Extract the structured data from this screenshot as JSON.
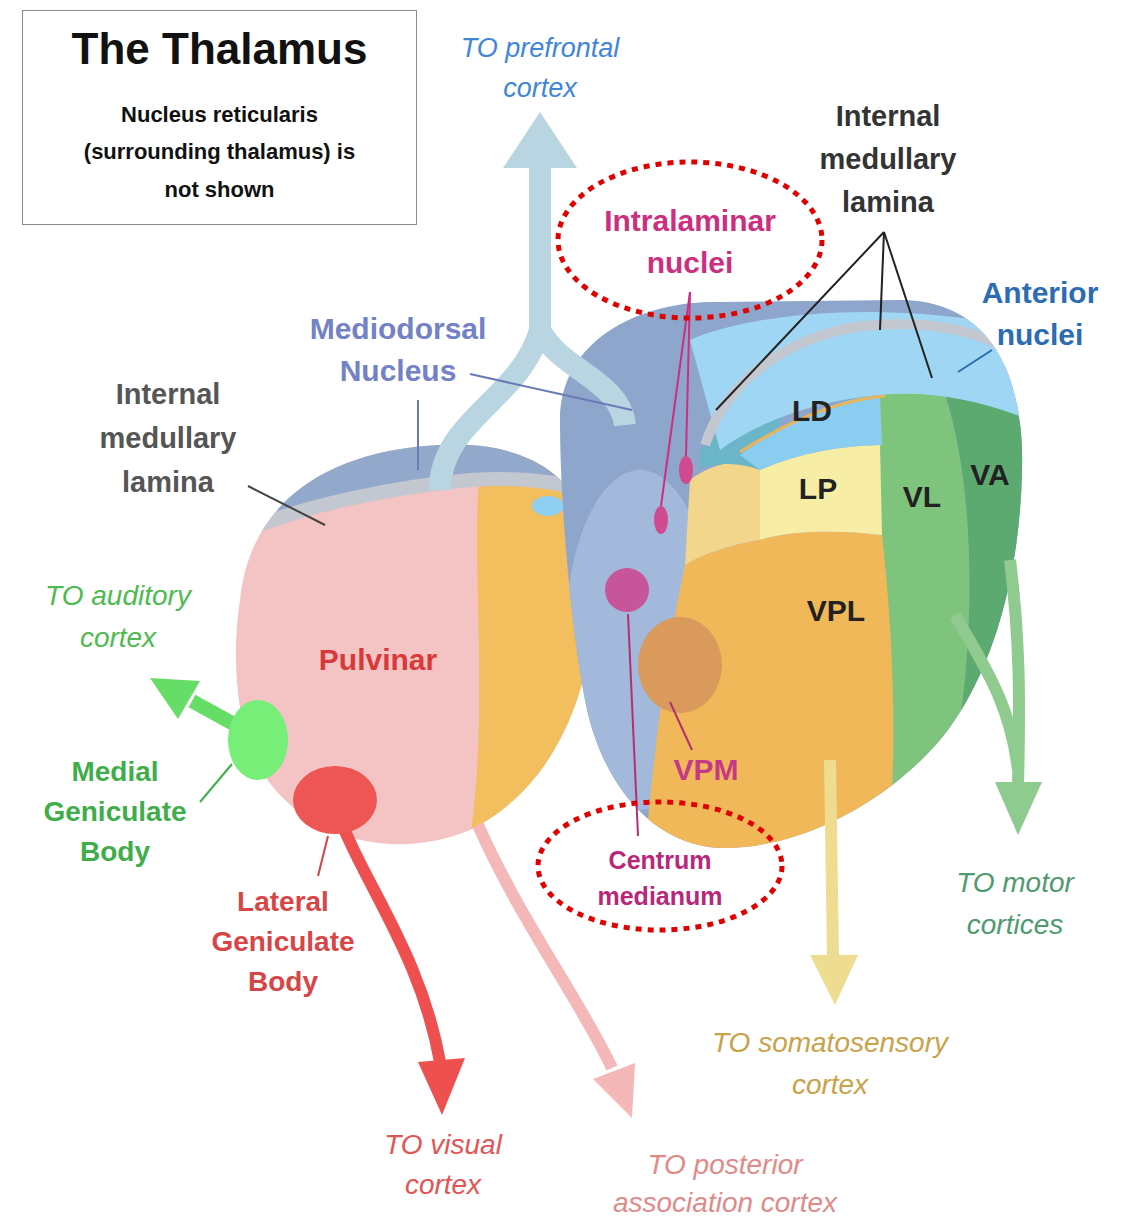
{
  "diagram": {
    "nodes": [
      {
        "text": [
          "The Thalamus",
          "Nucleus reticularis (surrounding thalamus) is not shown"
        ]
      }
    ],
    "labels": [
      "TO prefrontal cortex",
      "Internal medullary lamina",
      "Intralaminar nuclei",
      "Anterior nuclei",
      "Mediodorsal Nucleus",
      "Internal medullary lamina",
      "LD",
      "LP",
      "VL",
      "VA",
      "TO auditory cortex",
      "Pulvinar",
      "VPL",
      "Medial Geniculate Body",
      "VPM",
      "Centrum medianum",
      "Lateral Geniculate Body",
      "TO motor cortices",
      "TO somatosensory cortex",
      "TO visual cortex",
      "TO posterior association cortex"
    ]
  }
}
